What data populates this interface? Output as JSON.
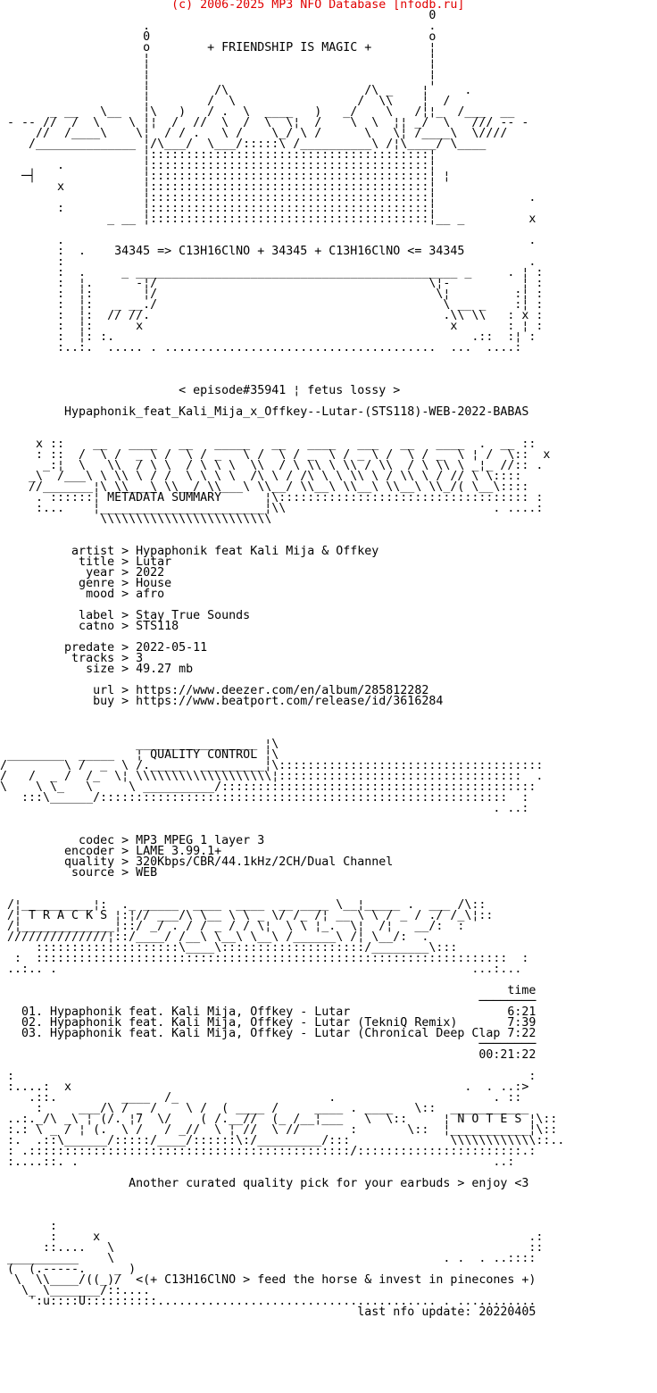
{
  "header": {
    "copyright": "                        (c) 2006-2025 MP3 NFO Database [nfodb.ru]",
    "copyright_text": "(c) 2006-2025 MP3 NFO Database [nfodb.ru]",
    "copyright_color": "#e00000"
  },
  "release": {
    "slogan": "+ FRIENDSHIP IS MAGIC +",
    "chem_line": "34345 => C13H16ClNO + 34345 + C13H16ClNO <= 34345",
    "episode_line": "< episode#35941 ¦ fetus lossy >",
    "release_name": "Hypaphonik_feat_Kali_Mija_x_Offkey--Lutar-(STS118)-WEB-2022-BABAS",
    "section_labels": {
      "metadata": "METADATA SUMMARY",
      "quality": "QUALITY CONTROL",
      "tracks": "T R A C K S",
      "notes": "N O T E S"
    },
    "metadata": {
      "artist": "Hypaphonik feat Kali Mija & Offkey",
      "title": "Lutar",
      "year": "2022",
      "genre": "House",
      "mood": "afro",
      "label": "Stay True Sounds",
      "catno": "STS118",
      "predate": "2022-05-11",
      "tracks": "3",
      "size": "49.27 mb",
      "url": "https://www.deezer.com/en/album/285812282",
      "buy": "https://www.beatport.com/release/id/3616284"
    },
    "quality": {
      "codec": "MP3 MPEG 1 layer 3",
      "encoder": "LAME 3.99.1+",
      "quality": "320Kbps/CBR/44.1kHz/2CH/Dual Channel",
      "source": "WEB"
    },
    "tracklist": {
      "time_header": "time",
      "tracks": [
        {
          "no": "01",
          "title": "Hypaphonik feat. Kali Mija, Offkey - Lutar",
          "time": "6:21"
        },
        {
          "no": "02",
          "title": "Hypaphonik feat. Kali Mija, Offkey - Lutar (TekniQ Remix)",
          "time": "7:39"
        },
        {
          "no": "03",
          "title": "Hypaphonik feat. Kali Mija, Offkey - Lutar (Chronical Deep Clap",
          "time": "7:22"
        }
      ],
      "total_time": "00:21:22"
    },
    "notes_message": "Another curated quality pick for your earbuds > enjoy <3",
    "horse_message": "<(+ C13H16ClNO > feed the horse & invest in pinecones +)",
    "last_update": "last nfo update: 20220405"
  },
  "sections": {
    "top_art": [
      "                                                            0",
      "                    .                                       .",
      "                    0                                       o",
      "                    o        + FRIENDSHIP IS MAGIC +        ¦",
      "                    ¦                                       ¦",
      "                    ¦                                       ¦",
      "                    ¦                                       ¦",
      "                    ¦         /\\                   /\\ _    ¦     .",
      "                    ¦        /  \\                 /  \\\\    ¦  /",
      "       _ __   \\__   ¦\\   )   / .  \\  ____   )   _/    \\   /¦¦_  /___  __",
      " - -- //  /  \\    \\ ¦¦  /  //  \\  /  \\  \\¦  /    \\  \\  ¦¦ _/  \\   /// -- -",
      "     //  /____\\    \\¦  / / .   \\ /    \\_/ \\ /      \\   \\¦ /____\\  \\////",
      "    /______________ ¦/\\___/  \\___/:::::\\ /__________\\ /¦\\____/ \\____",
      "                    ¦:::::::::::::::::::::::::::::::::::::::¦",
      "        .           ¦:::::::::::::::::::::::::::::::::::::::¦",
      "   ─┤               ¦:::::::::::::::::::::::::::::::::::::::¦ ¦",
      "        x           ¦:::::::::::::::::::::::::::::::::::::::¦",
      "                    ¦:::::::::::::::::::::::::::::::::::::::¦             .",
      "        :           ¦:::::::::::::::::::::::::::::::::::::::¦",
      "               _ __ ¦:::::::::::::::::::::::::::::::::::::::¦__ _         x",
      "",
      "        .                                                                 .",
      "        :  .    34345 => C13H16ClNO + 34345 + C13H16ClNO <= 34345",
      "        :                                                                 .",
      "        :  .     _ _____________________________________________ _     . ¦ :",
      "        :  ¦.      -¦/                                      \\¦-          ¦ :",
      "        :  ¦:       ¦/                                       \\¦         :¦ :",
      "        :  ¦:   _ __./                                        \\ __ _    :¦ :",
      "        :  ¦:  // //.                                         .\\\\ \\\\   : x :",
      "        :  ¦:      x                                           x       : ¦ :",
      "        :  ¦: :.                                                  .::  :¦ :",
      "        :..:.  ..... . ......................................  ...  ....:"
    ],
    "episode_block": [
      "",
      "",
      "",
      "                         < episode#35941 ¦ fetus lossy >",
      "",
      ""
    ],
    "release_block": [
      "         Hypaphonik_feat_Kali_Mija_x_Offkey--Lutar-(STS118)-WEB-2022-BABAS",
      "",
      "",
      ""
    ],
    "metadata_banner": [
      "     x ::    __   ____   __   _____   __   ____   ___   __   ____  .  __ ::",
      "     : ::  /  \\ /  _ \\ /  \\ / _   \\ /  \\ / _  \\ / _ \\ /  \\ / _  \\ ¦ /  \\::  x",
      "      _:¦  \\   \\\\  / \\ \\  / \\ \\ \\  \\\\  / \\ \\\\ \\ \\\\ / \\\\  / \\ \\\\ \\ _¦_ //:: .",
      "    _\\  /___\\ \\ \\\\ \\ / /  \\ \\ \\ \\  /\\ \\ / /\\ \\ \\ \\\\ \\ / \\\\ \\ / // \\ \\::::",
      "    //_______¦\\ \\\\___\\ \\\\__/ \\\\___\\ \\\\__/ \\\\__\\ \\\\__\\ \\\\__\\ \\\\_/( \\__\\::::",
      "     . ::::::¦ METADATA SUMMARY      ¦\\::::::::::::::::::::::::::::::::::: :",
      "     :...    ¦_______________________¦\\\\                             . ....:",
      "              \\\\\\\\\\\\\\\\\\\\\\\\\\\\\\\\\\\\\\\\\\\\\\\\"
    ],
    "metadata_block": [
      "",
      "",
      "          artist > Hypaphonik feat Kali Mija & Offkey",
      "           title > Lutar",
      "            year > 2022",
      "           genre > House",
      "            mood > afro",
      "",
      "           label > Stay True Sounds",
      "           catno > STS118",
      "",
      "         predate > 2022-05-11",
      "          tracks > 3",
      "            size > 49.27 mb",
      "",
      "             url > https://www.deezer.com/en/album/285812282",
      "             buy > https://www.beatport.com/release/id/3616284"
    ],
    "quality_banner": [
      "",
      "",
      "",
      "                   _________________ ¦\\",
      " ________  _____   ¦ QUALITY CONTROL ¦\\",
      "/        \\ /  _  \\ /._____  _________¦\\:::::::::::::::::::::::::::::::::::::",
      "/   /  _ /  /_  \\¦ \\\\\\\\\\\\\\\\\\\\\\\\\\\\\\\\\\\\\\¦::::::::::::::::::::::::::::::::::  .",
      "\\    \\ \\_   \\     \\ __________/::::::::::::::::::::::::::::::::::::::::::::",
      "   :::\\______/:::::::::::::::::::::::::::::::::::::::::::::::::::::::::  :",
      "                                                                     . ..:"
    ],
    "quality_block": [
      "",
      "",
      "           codec > MP3 MPEG 1 layer 3",
      "         encoder > LAME 3.99.1+",
      "         quality > 320Kbps/CBR/44.1kHz/2CH/Dual Channel",
      "          source > WEB"
    ],
    "tracks_banner": [
      "",
      "",
      " /¦__________¦:  ._ _____  ____  ____  __ ____ \\__¦_____ .  ___ /\\::",
      " /¦ T R A C K S ¦:¦// ___/\\ \\__ \\ \\ _ \\/ /_ /¦ __ \\ \\ / _ / ./ /_\\¦::",
      " /¦_____________¦::/ _/ . / / _ / / \\¦  \\ \\ ¦_.  \\¦  /¦   __/:  :",
      " //////////////¦::/____/ /__\\ \\__\\ \\__\\ /______\\ /¦ \\__/:  .",
      "     ::::::::::::::::::::\\____\\::::::::::::::::::::/________\\:::",
      "  :  ::::::::::::::::::::::::::::::::::::::::::::::::::::::::::::::::::  :",
      " ..:.. .                                                          ...:...",
      ""
    ],
    "tracklist": [
      "",
      "                                                                       time",
      "                                                                   ────────",
      "   01. Hypaphonik feat. Kali Mija, Offkey - Lutar                      6:21",
      "   02. Hypaphonik feat. Kali Mija, Offkey - Lutar (TekniQ Remix)       7:39",
      "   03. Hypaphonik feat. Kali Mija, Offkey - Lutar (Chronical Deep Clap 7:22",
      "                                                                   ────────",
      "                                                                   00:21:22"
    ],
    "notes_banner": [
      "",
      " :                                                                        :",
      " :....:  x                                                       .  . ..:>",
      "    .::.         ____  /_                     .                      . ::",
      "     :     ___/\\ /   /    \\ /  ( ____ /     ____ . ____   \\::  ___________",
      " ..:._/\\ _\\ ¦ (/. ¦7  \\/    ( /.__//  (_ /__¦___   \\  \\::     ¦ N O T E S ¦\\::",
      " :.: \\ _ / ¦ (.  \\ /   / _//  \\ ¦ //  \\ //       :       \\::  ¦___________¦\\::",
      " :.  .::\\______/:::::/____/::::::\\:/_________/:::              \\\\\\\\\\\\\\\\\\\\\\\\::..",
      " : .:::::::::::::::::::::::::::::::::::::::::::::/:::::::::::::::::::::::.:",
      " :....::. .                                                          ..:"
    ],
    "notes_text": [
      "",
      "                  Another curated quality pick for your earbuds > enjoy <3"
    ],
    "footer_art": [
      "",
      "",
      "",
      "       :",
      "       :     x                                                            .:",
      "      ::....   \\                                                          ::",
      " __________    \\                                              . .  . ..::::",
      " (  (.-----.    _ )",
      "  \\  \\\\____/((_)/  <(+ C13H16ClNO > feed the horse & invest in pinecones +)",
      "   \\_ \\_______/::....",
      "    ':u::::U::::::::::....................................... . ...........",
      ""
    ],
    "footer_text": [
      "                                                  last nfo update: 20220405",
      "",
      "",
      ""
    ]
  }
}
